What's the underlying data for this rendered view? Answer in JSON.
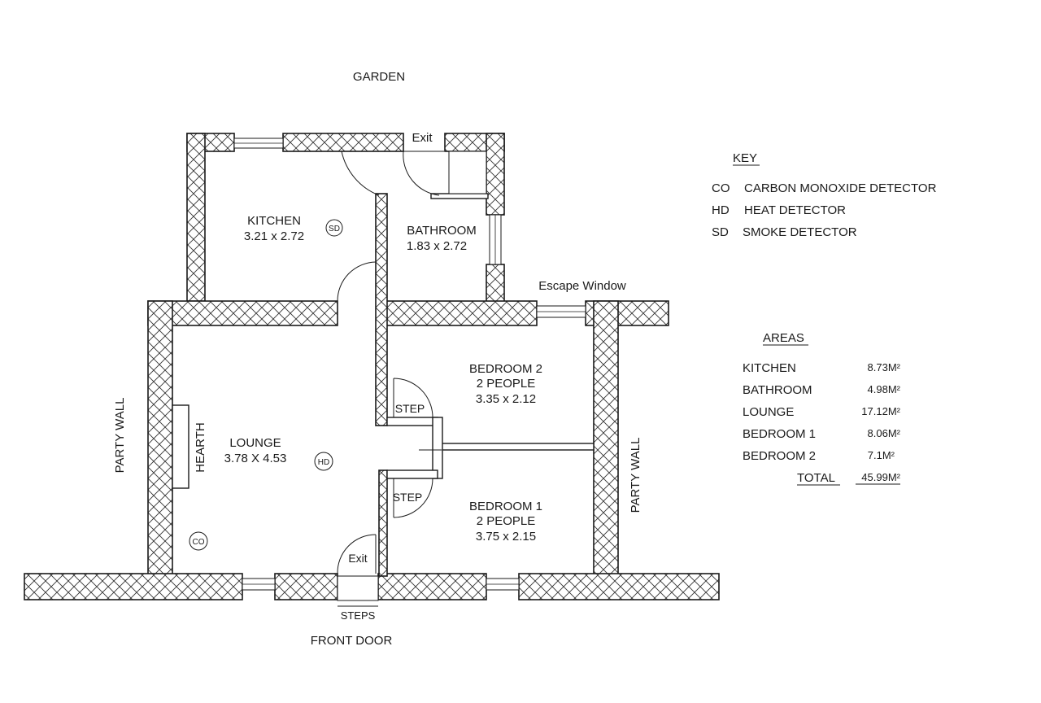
{
  "labels": {
    "garden": "GARDEN",
    "front_door": "FRONT DOOR",
    "steps_front": "STEPS",
    "exit_top": "Exit",
    "exit_bottom": "Exit",
    "escape_window": "Escape Window",
    "party_wall_left": "PARTY WALL",
    "party_wall_right": "PARTY WALL",
    "hearth": "HEARTH",
    "step_upper": "STEP",
    "step_lower": "STEP"
  },
  "rooms": {
    "kitchen": {
      "name": "KITCHEN",
      "dims": "3.21 x 2.72"
    },
    "bathroom": {
      "name": "BATHROOM",
      "dims": "1.83 x 2.72"
    },
    "lounge": {
      "name": "LOUNGE",
      "dims": "3.78 X 4.53"
    },
    "bedroom2": {
      "name": "BEDROOM 2",
      "people": "2 PEOPLE",
      "dims": "3.35 x 2.12"
    },
    "bedroom1": {
      "name": "BEDROOM 1",
      "people": "2 PEOPLE",
      "dims": "3.75 x 2.15"
    }
  },
  "detectors": {
    "kitchen": "SD",
    "lounge_hd": "HD",
    "lounge_co": "CO"
  },
  "key": {
    "title": "KEY",
    "items": [
      {
        "code": "CO",
        "desc": "CARBON MONOXIDE DETECTOR"
      },
      {
        "code": "HD",
        "desc": "HEAT DETECTOR"
      },
      {
        "code": "SD",
        "desc": "SMOKE DETECTOR"
      }
    ]
  },
  "areas": {
    "title": "AREAS",
    "items": [
      {
        "room": "KITCHEN",
        "value": "8.73M²"
      },
      {
        "room": "BATHROOM",
        "value": "4.98M²"
      },
      {
        "room": "LOUNGE",
        "value": "17.12M²"
      },
      {
        "room": "BEDROOM 1",
        "value": "8.06M²"
      },
      {
        "room": "BEDROOM 2",
        "value": "7.1M²"
      }
    ],
    "total_label": "TOTAL",
    "total_value": "45.99M²"
  }
}
